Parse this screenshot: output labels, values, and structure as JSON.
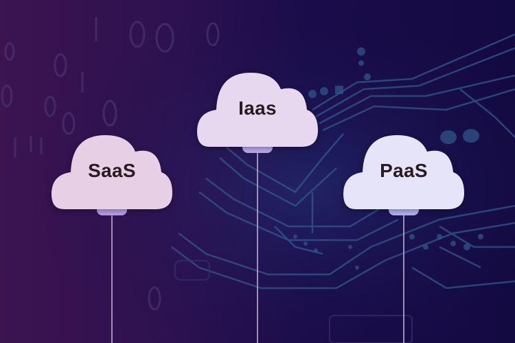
{
  "scene": {
    "background_colors": [
      "#3b1450",
      "#2d1150",
      "#1a0c4a",
      "#140a42"
    ],
    "circuit_color": "#2f5a8c",
    "binary_digits_color": "#4a3370"
  },
  "clouds": [
    {
      "id": "saas",
      "label": "SaaS",
      "fill": "#e7cfe6",
      "tab_color": "#b49de6"
    },
    {
      "id": "iaas",
      "label": "Iaas",
      "fill": "#e7d8ef",
      "tab_color": "#b9a7ee"
    },
    {
      "id": "paas",
      "label": "PaaS",
      "fill": "#e6e4f8",
      "tab_color": "#b3b0f0"
    }
  ],
  "connector_line_color": "#b9a7c6"
}
